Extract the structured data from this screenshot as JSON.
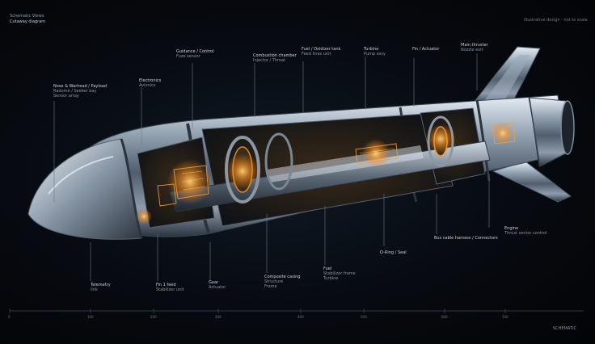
{
  "header": {
    "title_line1": "Schematic Views",
    "title_line2": "Cutaway diagram"
  },
  "top_right_note": "Illustrative design · not to scale",
  "bottom_right_mark": "SCHEMATIC",
  "callouts_top": [
    {
      "line1": "Guidance / Control",
      "line2": "Fuze sensor"
    },
    {
      "line1": "Combustion chamber",
      "line2": "Injector / Throat"
    },
    {
      "line1": "Fuel / Oxidizer tank",
      "line2": "Feed lines unit"
    },
    {
      "line1": "Turbine",
      "line2": "Pump assy"
    },
    {
      "line1": "Fin / Actuator",
      "line2": ""
    },
    {
      "line1": "Main thruster",
      "line2": "Nozzle exit"
    }
  ],
  "callouts_left": [
    {
      "line1": "Nose & Warhead / Payload",
      "line2": "Radome / Seeker bay",
      "line3": "Sensor array"
    },
    {
      "line1": "Electronics",
      "line2": "Avionics"
    }
  ],
  "callouts_right": [
    {
      "line1": "Bus cable harness / Connectors",
      "line2": ""
    },
    {
      "line1": "Engine",
      "line2": "Thrust vector control"
    }
  ],
  "callouts_bottom": [
    {
      "line1": "Telemetry",
      "line2": "link"
    },
    {
      "line1": "Fin 1 feed",
      "line2": "Stabilizer unit"
    },
    {
      "line1": "Gear",
      "line2": "Actuator"
    },
    {
      "line1": "Composite casing",
      "line2": "Structure",
      "line3": "Frame"
    },
    {
      "line1": "Fuel",
      "line2": "Stabilizer frame",
      "line3": "Turbine"
    },
    {
      "line1": "O-Ring / Seal",
      "line2": ""
    }
  ],
  "axis_labels": [
    "0",
    "100",
    "200",
    "300",
    "400",
    "500",
    "600",
    "700"
  ],
  "colors": {
    "hull": "#b9c6d3",
    "glow": "#ffa030",
    "line": "#7d8a98",
    "background": "#05070b"
  }
}
